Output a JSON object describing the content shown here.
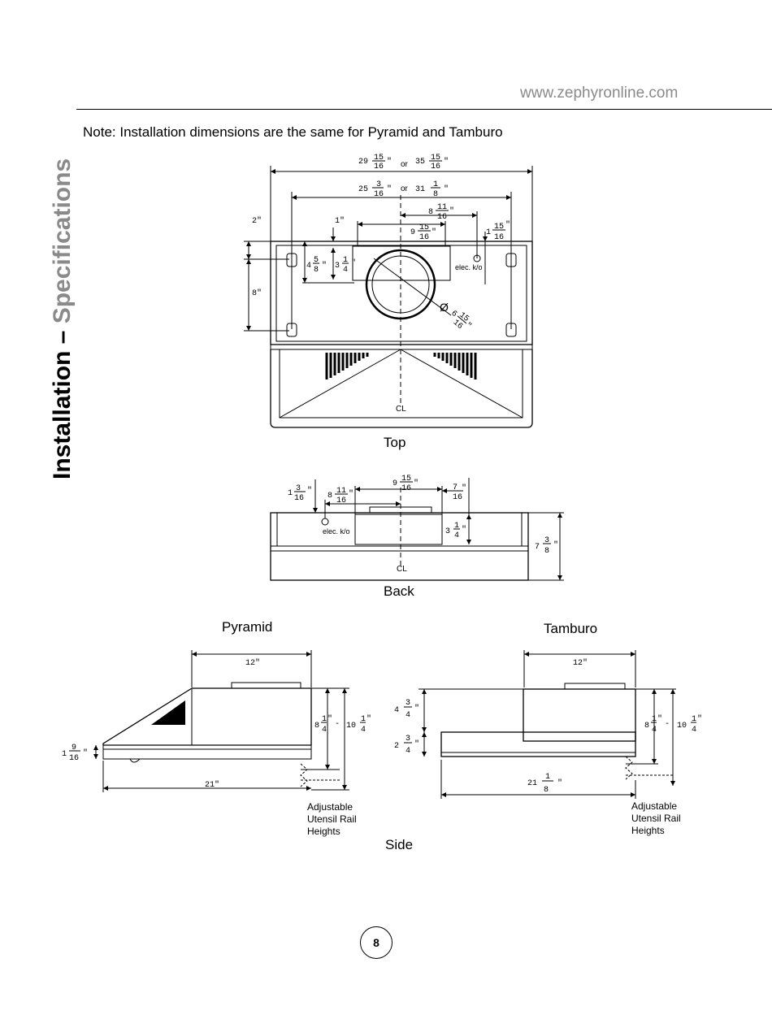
{
  "header": {
    "url": "www.zephyronline.com"
  },
  "sidebar": {
    "title_bold": "Installation –",
    "title_gray": "Specifications"
  },
  "note": "Note: Installation dimensions are the same for Pyramid and Tamburo",
  "views": {
    "top": {
      "caption": "Top",
      "dims": {
        "overall_a": "29",
        "overall_a_num": "15",
        "overall_a_den": "16",
        "or1": "or",
        "overall_b": "35",
        "overall_b_num": "15",
        "overall_b_den": "16",
        "mount_a": "25",
        "mount_a_num": "3",
        "mount_a_den": "16",
        "or2": "or",
        "mount_b": "31",
        "mount_b_num": "1",
        "mount_b_den": "8",
        "elec_off": "8",
        "elec_off_num": "11",
        "elec_off_den": "16",
        "duct_w": "9",
        "duct_w_num": "15",
        "duct_w_den": "16",
        "elec_depth": "1",
        "elec_depth_num": "15",
        "elec_depth_den": "16",
        "back_2": "2\"",
        "back_1": "1\"",
        "slot_8": "8\"",
        "duct_d": "4",
        "duct_d_num": "5",
        "duct_d_den": "8",
        "duct_d2": "3",
        "duct_d2_num": "1",
        "duct_d2_den": "4",
        "dia": "6",
        "dia_num": "15",
        "dia_den": "16",
        "elec_ko": "elec. k/o",
        "cl": "CL"
      }
    },
    "back": {
      "caption": "Back",
      "dims": {
        "edge": "1",
        "edge_num": "3",
        "edge_den": "16",
        "elec_off": "8",
        "elec_off_num": "11",
        "elec_off_den": "16",
        "duct_w": "9",
        "duct_w_num": "15",
        "duct_w_den": "16",
        "side_off_num": "7",
        "side_off_den": "16",
        "duct_h": "3",
        "duct_h_num": "1",
        "duct_h_den": "4",
        "height": "7",
        "height_num": "3",
        "height_den": "8",
        "elec_ko": "elec. k/o",
        "cl": "CL"
      }
    },
    "side": {
      "caption": "Side",
      "pyramid": {
        "title": "Pyramid",
        "top_w": "12\"",
        "h_a": "8",
        "h_a_num": "1",
        "h_a_den": "4",
        "dash": "-",
        "h_b": "10",
        "h_b_num": "1",
        "h_b_den": "4",
        "front": "1",
        "front_num": "9",
        "front_den": "16",
        "depth": "21\"",
        "rail_note": [
          "Adjustable",
          "Utensil Rail",
          "Heights"
        ]
      },
      "tamburo": {
        "title": "Tamburo",
        "top_w": "12\"",
        "upper": "4",
        "upper_num": "3",
        "upper_den": "4",
        "lower": "2",
        "lower_num": "3",
        "lower_den": "4",
        "h_a": "8",
        "h_a_num": "1",
        "h_a_den": "4",
        "dash": "-",
        "h_b": "10",
        "h_b_num": "1",
        "h_b_den": "4",
        "depth": "21",
        "depth_num": "1",
        "depth_den": "8",
        "rail_note": [
          "Adjustable",
          "Utensil Rail",
          "Heights"
        ]
      }
    }
  },
  "footer": {
    "page_number": "8"
  }
}
